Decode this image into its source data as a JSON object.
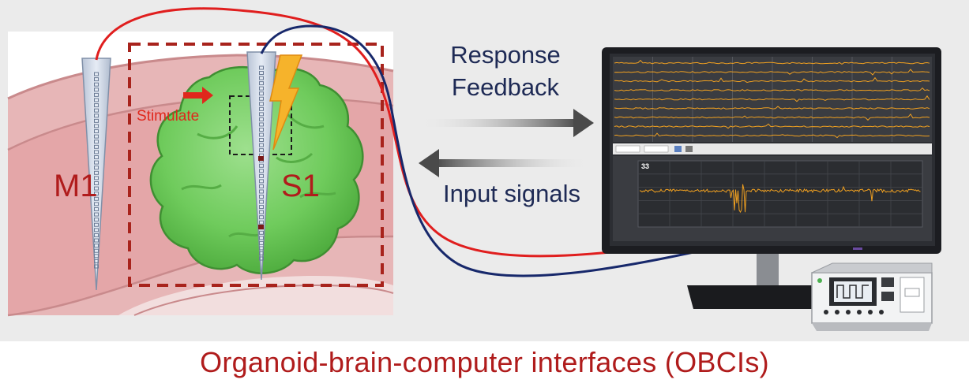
{
  "diagram": {
    "title": "Organoid-brain-computer interfaces (OBCIs)",
    "labels": {
      "region_m1": "M1",
      "region_s1": "S1",
      "stimulate": "Stimulate",
      "response_line1": "Response",
      "response_line2": "Feedback",
      "input_signals": "Input signals"
    },
    "monitor": {
      "channel_number": "33"
    },
    "colors": {
      "brain_tissue": "#e2a0a2",
      "organoid": "#6fcb5c",
      "dashed_box": "#a8231c",
      "red_wire": "#e01e1e",
      "blue_wire": "#17286b",
      "signal_trace": "#f0a020",
      "arrow": "#555555"
    }
  }
}
